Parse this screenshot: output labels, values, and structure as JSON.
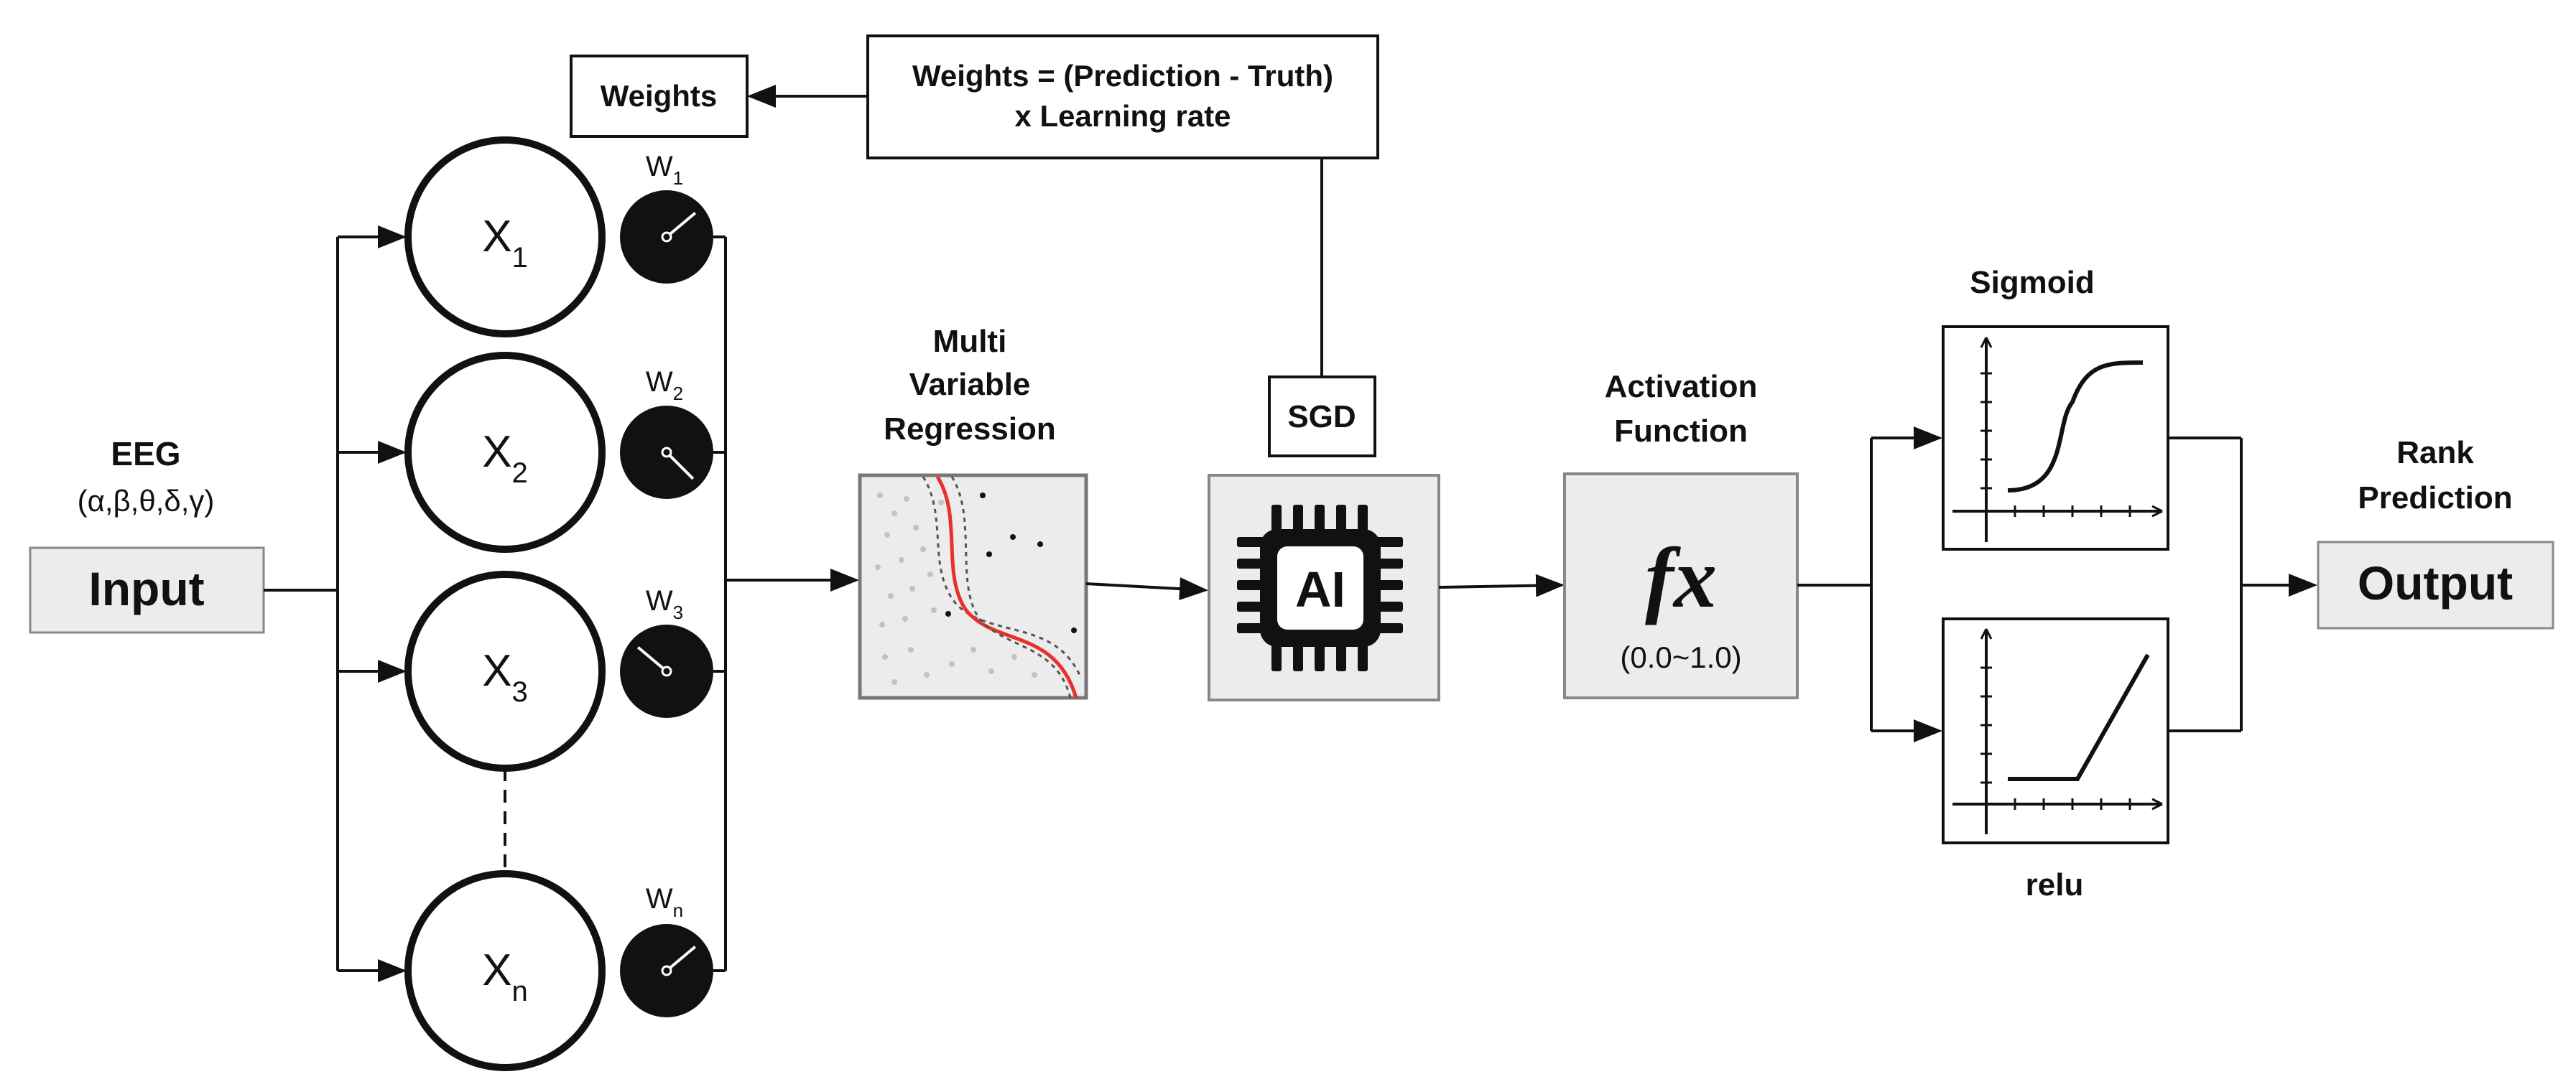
{
  "header": {
    "weights_box": "Weights",
    "formula_line1": "Weights = (Prediction - Truth)",
    "formula_line2": "x Learning rate"
  },
  "input": {
    "title": "EEG",
    "bands": "(α,β,θ,δ,γ)",
    "box": "Input"
  },
  "nodes": [
    {
      "base": "X",
      "sub": "1",
      "weight_base": "W",
      "weight_sub": "1",
      "dial_angle_deg": 40
    },
    {
      "base": "X",
      "sub": "2",
      "weight_base": "W",
      "weight_sub": "2",
      "dial_angle_deg": -45
    },
    {
      "base": "X",
      "sub": "3",
      "weight_base": "W",
      "weight_sub": "3",
      "dial_angle_deg": 140
    },
    {
      "base": "X",
      "sub": "n",
      "weight_base": "W",
      "weight_sub": "n",
      "dial_angle_deg": 40
    }
  ],
  "regression": {
    "line1": "Multi",
    "line2": "Variable",
    "line3": "Regression"
  },
  "sgd": {
    "label": "SGD"
  },
  "ai": {
    "label": "AI"
  },
  "activation": {
    "line1": "Activation",
    "line2": "Function",
    "symbol": "fx",
    "range": "(0.0~1.0)"
  },
  "functions": {
    "sigmoid": "Sigmoid",
    "relu": "relu"
  },
  "output": {
    "line1": "Rank",
    "line2": "Prediction",
    "box": "Output"
  },
  "colors": {
    "stroke": "#111111",
    "box_fill": "#ececec",
    "regression_curve": "#e8312a",
    "dots": "#bdbdbd"
  }
}
